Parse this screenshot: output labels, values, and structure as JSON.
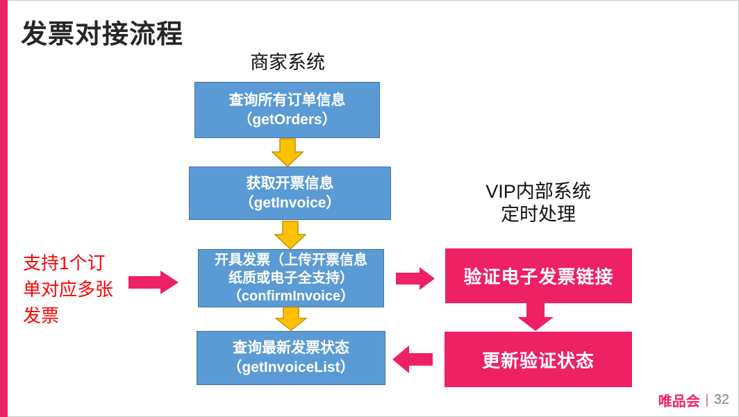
{
  "slide": {
    "title": "发票对接流程",
    "footer": {
      "brand": "唯品会",
      "page_number": "32"
    }
  },
  "labels": {
    "merchant_system": "商家系统",
    "vip_system": [
      "VIP内部系统",
      "定时处理"
    ],
    "side_note": [
      "支持1个订",
      "单对应多张",
      "发票"
    ]
  },
  "flow": {
    "blue_steps": [
      {
        "name": "query-all-orders",
        "lines": [
          "查询所有订单信息",
          "（getOrders）"
        ]
      },
      {
        "name": "get-invoice-info",
        "lines": [
          "获取开票信息",
          "（getInvoice）"
        ]
      },
      {
        "name": "issue-invoice",
        "lines": [
          "开具发票（上传开票信息",
          "纸质或电子全支持）",
          "（confirmInvoice）"
        ]
      },
      {
        "name": "query-latest-invoice-status",
        "lines": [
          "查询最新发票状态",
          "（getInvoiceList）"
        ]
      }
    ],
    "pink_steps": [
      {
        "name": "verify-einvoice-link",
        "label": "验证电子发票链接"
      },
      {
        "name": "update-verification-status",
        "label": "更新验证状态"
      }
    ]
  },
  "icons": {
    "flow_down_arrow": "block-arrow-down-orange",
    "note_right_arrow": "block-arrow-right-pink",
    "link_right_arrow": "block-arrow-right-pink",
    "link_down_arrow": "block-arrow-down-pink",
    "link_left_arrow": "block-arrow-left-pink"
  },
  "colors": {
    "accent_pink": "#ED2163",
    "blue_fill": "#5B9BD5",
    "blue_border": "#41719C",
    "orange_fill": "#FFC000",
    "orange_border": "#BF9000",
    "note_red": "#FF0000",
    "page_number_gray": "#808080",
    "border_gray": "#C9C9C9",
    "title_color": "#262626"
  }
}
